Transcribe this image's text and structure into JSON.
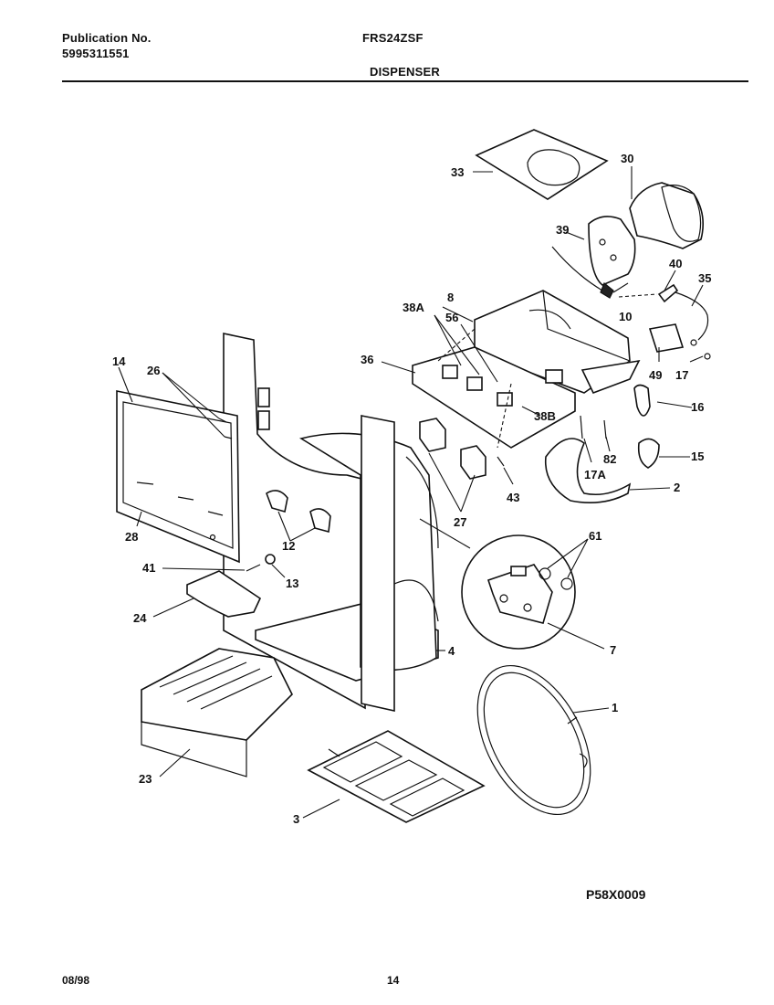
{
  "header": {
    "publication_label": "Publication No.",
    "publication_number": "5995311551",
    "model": "FRS24ZSF",
    "section_title": "DISPENSER"
  },
  "diagram": {
    "code": "P58X0009",
    "callouts": {
      "c1": "1",
      "c2": "2",
      "c3": "3",
      "c4": "4",
      "c7": "7",
      "c8": "8",
      "c10": "10",
      "c12": "12",
      "c13": "13",
      "c14": "14",
      "c15": "15",
      "c16": "16",
      "c17": "17",
      "c17a": "17A",
      "c23": "23",
      "c24": "24",
      "c26": "26",
      "c27": "27",
      "c28": "28",
      "c30": "30",
      "c33": "33",
      "c35": "35",
      "c36": "36",
      "c38a": "38A",
      "c38b": "38B",
      "c39": "39",
      "c40": "40",
      "c41": "41",
      "c43": "43",
      "c49": "49",
      "c56": "56",
      "c61": "61",
      "c82": "82"
    }
  },
  "footer": {
    "date": "08/98",
    "page": "14"
  }
}
